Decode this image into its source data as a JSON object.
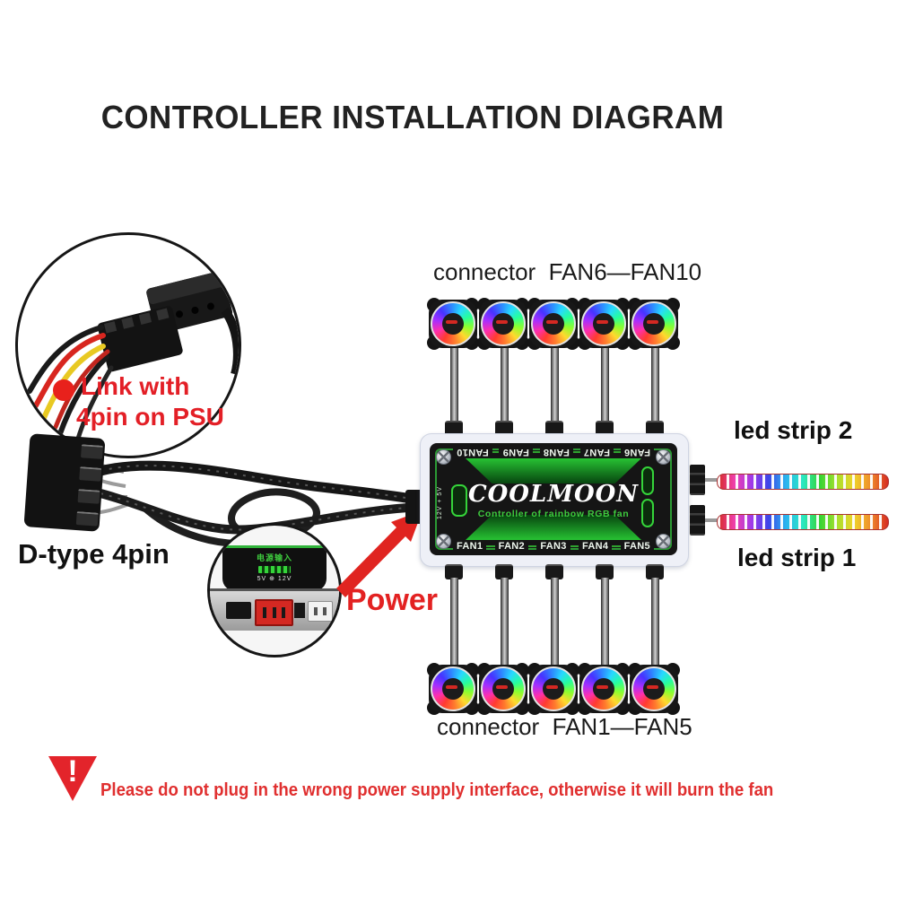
{
  "title": "CONTROLLER INSTALLATION DIAGRAM",
  "labels": {
    "top_connector": "connector  FAN6—FAN10",
    "bottom_connector": "connector  FAN1—FAN5",
    "led_strip_2": "led strip 2",
    "led_strip_1": "led strip 1",
    "d_type": "D-type 4pin",
    "power": "Power"
  },
  "psu_note": {
    "line1": "Link with",
    "line2": "4pin on PSU"
  },
  "controller": {
    "brand": "COOLMOON",
    "subtitle": "Controller of rainbow RGB fan",
    "side_marking": "12V + 5V",
    "top_ports_display": [
      "FAN10",
      "FAN9",
      "FAN8",
      "FAN7",
      "FAN6"
    ],
    "bottom_ports": [
      "FAN1",
      "FAN2",
      "FAN3",
      "FAN4",
      "FAN5"
    ]
  },
  "power_inset": {
    "pcb_text": "电源输入",
    "voltage_marking": "5V ⊕ 12V"
  },
  "warning": {
    "exclamation": "!",
    "text": "Please do not plug in the wrong power supply interface, otherwise it will burn the fan"
  },
  "colors": {
    "accent_green": "#2fb239",
    "warning_red": "#e3242b",
    "face_black": "#151515",
    "rainbow_ring": "conic red-magenta-purple-blue-cyan-green-yellow-orange"
  }
}
